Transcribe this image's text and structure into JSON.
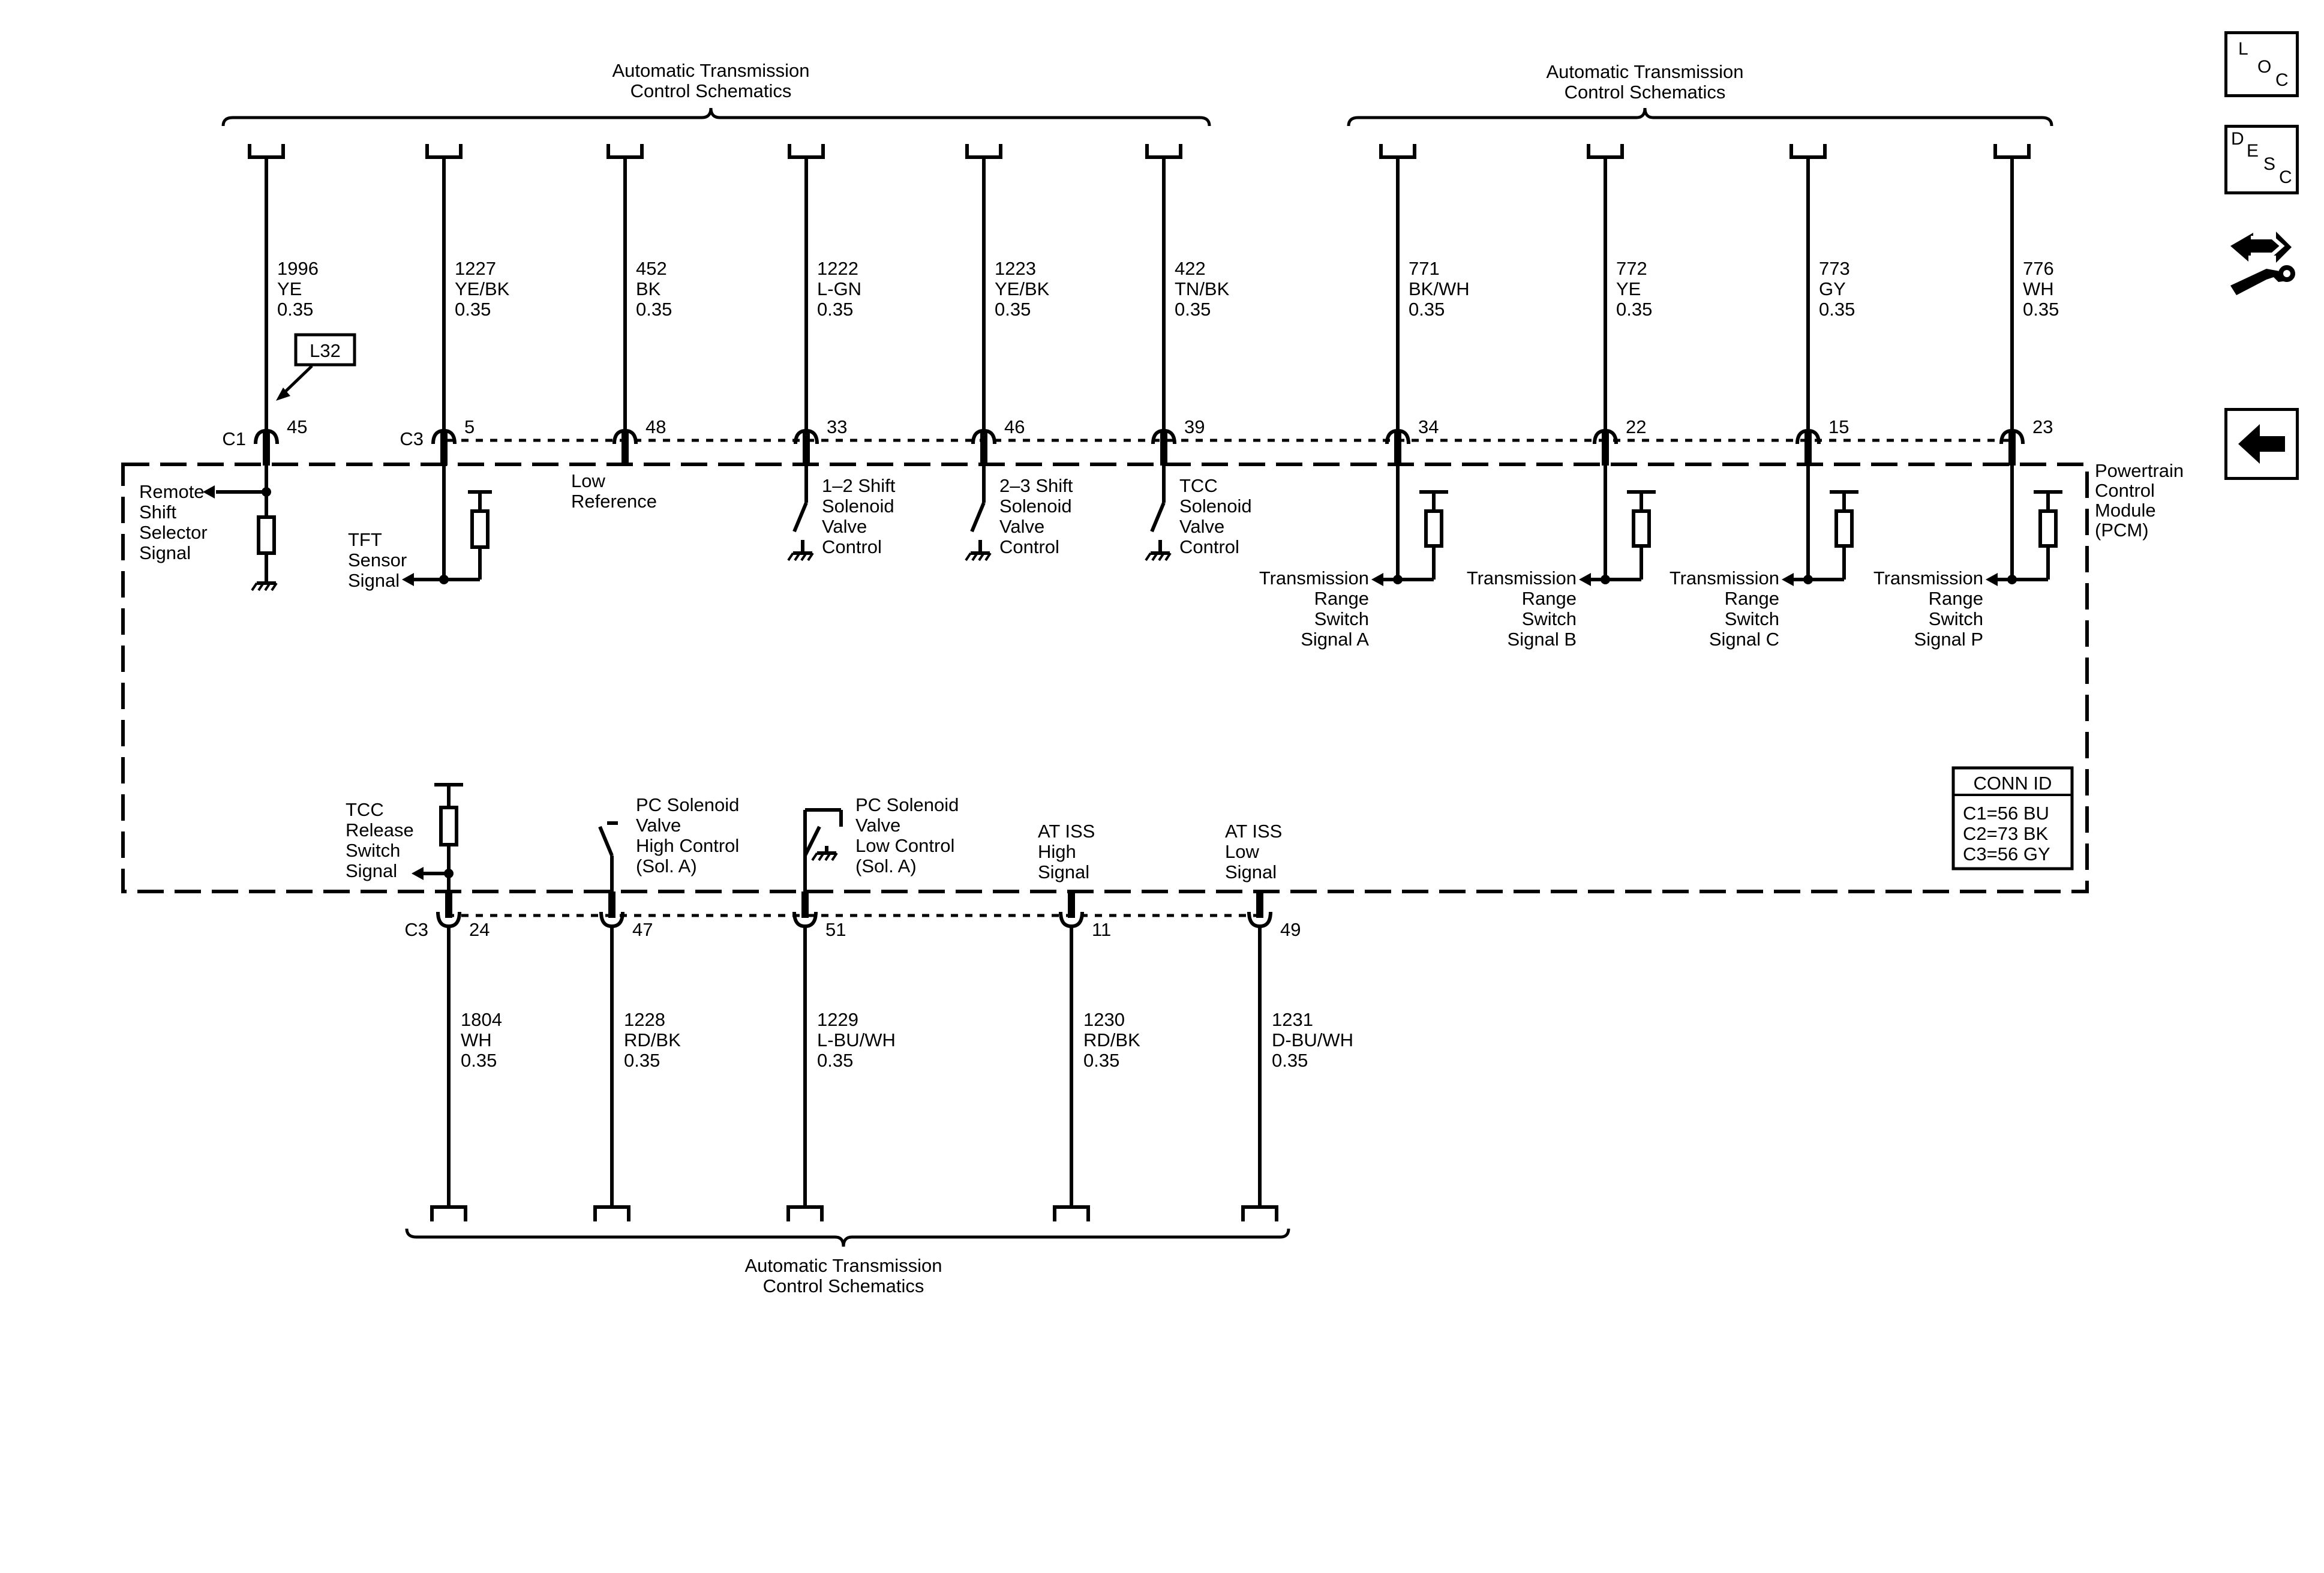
{
  "header_groups": [
    {
      "id": "top-left",
      "lines": [
        "Automatic Transmission",
        "Control Schematics"
      ]
    },
    {
      "id": "top-right",
      "lines": [
        "Automatic Transmission",
        "Control Schematics"
      ]
    },
    {
      "id": "bottom",
      "lines": [
        "Automatic Transmission",
        "Control Schematics"
      ]
    }
  ],
  "module": {
    "lines": [
      "Powertrain",
      "Control",
      "Module",
      "(PCM)"
    ]
  },
  "option_tag": "L32",
  "conn_id": {
    "title": "CONN ID",
    "rows": [
      "C1=56 BU",
      "C2=73 BK",
      "C3=56 GY"
    ]
  },
  "top_wires": [
    {
      "circuit": "1996",
      "color": "YE",
      "gauge": "0.35",
      "connector": "C1",
      "pin": "45",
      "label": [
        "Remote",
        "Shift",
        "Selector",
        "Signal"
      ]
    },
    {
      "circuit": "1227",
      "color": "YE/BK",
      "gauge": "0.35",
      "connector": "C3",
      "pin": "5",
      "label": [
        "TFT",
        "Sensor",
        "Signal"
      ]
    },
    {
      "circuit": "452",
      "color": "BK",
      "gauge": "0.35",
      "connector": "",
      "pin": "48",
      "label": [
        "Low",
        "Reference"
      ]
    },
    {
      "circuit": "1222",
      "color": "L-GN",
      "gauge": "0.35",
      "connector": "",
      "pin": "33",
      "label": [
        "1–2 Shift",
        "Solenoid",
        "Valve",
        "Control"
      ]
    },
    {
      "circuit": "1223",
      "color": "YE/BK",
      "gauge": "0.35",
      "connector": "",
      "pin": "46",
      "label": [
        "2–3 Shift",
        "Solenoid",
        "Valve",
        "Control"
      ]
    },
    {
      "circuit": "422",
      "color": "TN/BK",
      "gauge": "0.35",
      "connector": "",
      "pin": "39",
      "label": [
        "TCC",
        "Solenoid",
        "Valve",
        "Control"
      ]
    },
    {
      "circuit": "771",
      "color": "BK/WH",
      "gauge": "0.35",
      "connector": "",
      "pin": "34",
      "label": [
        "Transmission",
        "Range",
        "Switch",
        "Signal A"
      ]
    },
    {
      "circuit": "772",
      "color": "YE",
      "gauge": "0.35",
      "connector": "",
      "pin": "22",
      "label": [
        "Transmission",
        "Range",
        "Switch",
        "Signal B"
      ]
    },
    {
      "circuit": "773",
      "color": "GY",
      "gauge": "0.35",
      "connector": "",
      "pin": "15",
      "label": [
        "Transmission",
        "Range",
        "Switch",
        "Signal C"
      ]
    },
    {
      "circuit": "776",
      "color": "WH",
      "gauge": "0.35",
      "connector": "",
      "pin": "23",
      "label": [
        "Transmission",
        "Range",
        "Switch",
        "Signal P"
      ]
    }
  ],
  "bottom_wires": [
    {
      "circuit": "1804",
      "color": "WH",
      "gauge": "0.35",
      "connector": "C3",
      "pin": "24",
      "label": [
        "TCC",
        "Release",
        "Switch",
        "Signal"
      ]
    },
    {
      "circuit": "1228",
      "color": "RD/BK",
      "gauge": "0.35",
      "connector": "",
      "pin": "47",
      "label": [
        "PC Solenoid",
        "Valve",
        "High Control",
        "(Sol. A)"
      ]
    },
    {
      "circuit": "1229",
      "color": "L-BU/WH",
      "gauge": "0.35",
      "connector": "",
      "pin": "51",
      "label": [
        "PC Solenoid",
        "Valve",
        "Low Control",
        "(Sol. A)"
      ]
    },
    {
      "circuit": "1230",
      "color": "RD/BK",
      "gauge": "0.35",
      "connector": "",
      "pin": "11",
      "label": [
        "AT ISS",
        "High",
        "Signal"
      ]
    },
    {
      "circuit": "1231",
      "color": "D-BU/WH",
      "gauge": "0.35",
      "connector": "",
      "pin": "49",
      "label": [
        "AT ISS",
        "Low",
        "Signal"
      ]
    }
  ],
  "nav": {
    "loc": [
      "L",
      "O",
      "C"
    ],
    "desc": [
      "D",
      "E",
      "S",
      "C"
    ],
    "back_icon": "arrow-left-icon",
    "tools_icon": "hand-wrench-icon"
  }
}
